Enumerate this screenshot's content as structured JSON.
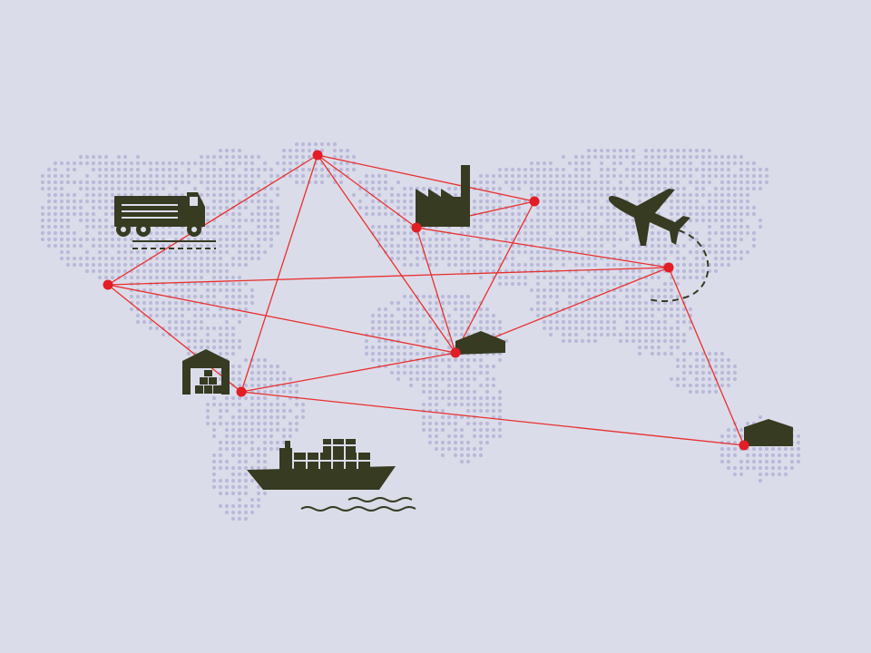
{
  "colors": {
    "background": "#dbdcea",
    "map_dots": "#b9b9d9",
    "route_lines": "#e8302c",
    "hub_nodes": "#e31d25",
    "icons": "#363b21"
  },
  "nodes": [
    {
      "id": "n-west-coast",
      "kind": "hub"
    },
    {
      "id": "n-north-atlantic",
      "kind": "hub"
    },
    {
      "id": "n-south-america",
      "kind": "hub"
    },
    {
      "id": "n-europe",
      "kind": "hub"
    },
    {
      "id": "n-east-asia-north",
      "kind": "hub"
    },
    {
      "id": "n-africa",
      "kind": "hub"
    },
    {
      "id": "n-east-asia",
      "kind": "hub"
    },
    {
      "id": "n-australia",
      "kind": "hub"
    }
  ],
  "routes": [
    [
      "n-north-atlantic",
      "n-west-coast"
    ],
    [
      "n-north-atlantic",
      "n-south-america"
    ],
    [
      "n-north-atlantic",
      "n-europe"
    ],
    [
      "n-north-atlantic",
      "n-east-asia-north"
    ],
    [
      "n-north-atlantic",
      "n-africa"
    ],
    [
      "n-west-coast",
      "n-south-america"
    ],
    [
      "n-west-coast",
      "n-africa"
    ],
    [
      "n-west-coast",
      "n-east-asia"
    ],
    [
      "n-europe",
      "n-east-asia-north"
    ],
    [
      "n-europe",
      "n-africa"
    ],
    [
      "n-europe",
      "n-east-asia"
    ],
    [
      "n-east-asia-north",
      "n-africa"
    ],
    [
      "n-africa",
      "n-south-america"
    ],
    [
      "n-africa",
      "n-east-asia"
    ],
    [
      "n-south-america",
      "n-australia"
    ],
    [
      "n-east-asia",
      "n-australia"
    ]
  ],
  "icons": [
    "truck-icon",
    "factory-icon",
    "airplane-icon",
    "warehouse-icon",
    "cargo-ship-icon",
    "depot-icon-africa",
    "depot-icon-australia"
  ]
}
